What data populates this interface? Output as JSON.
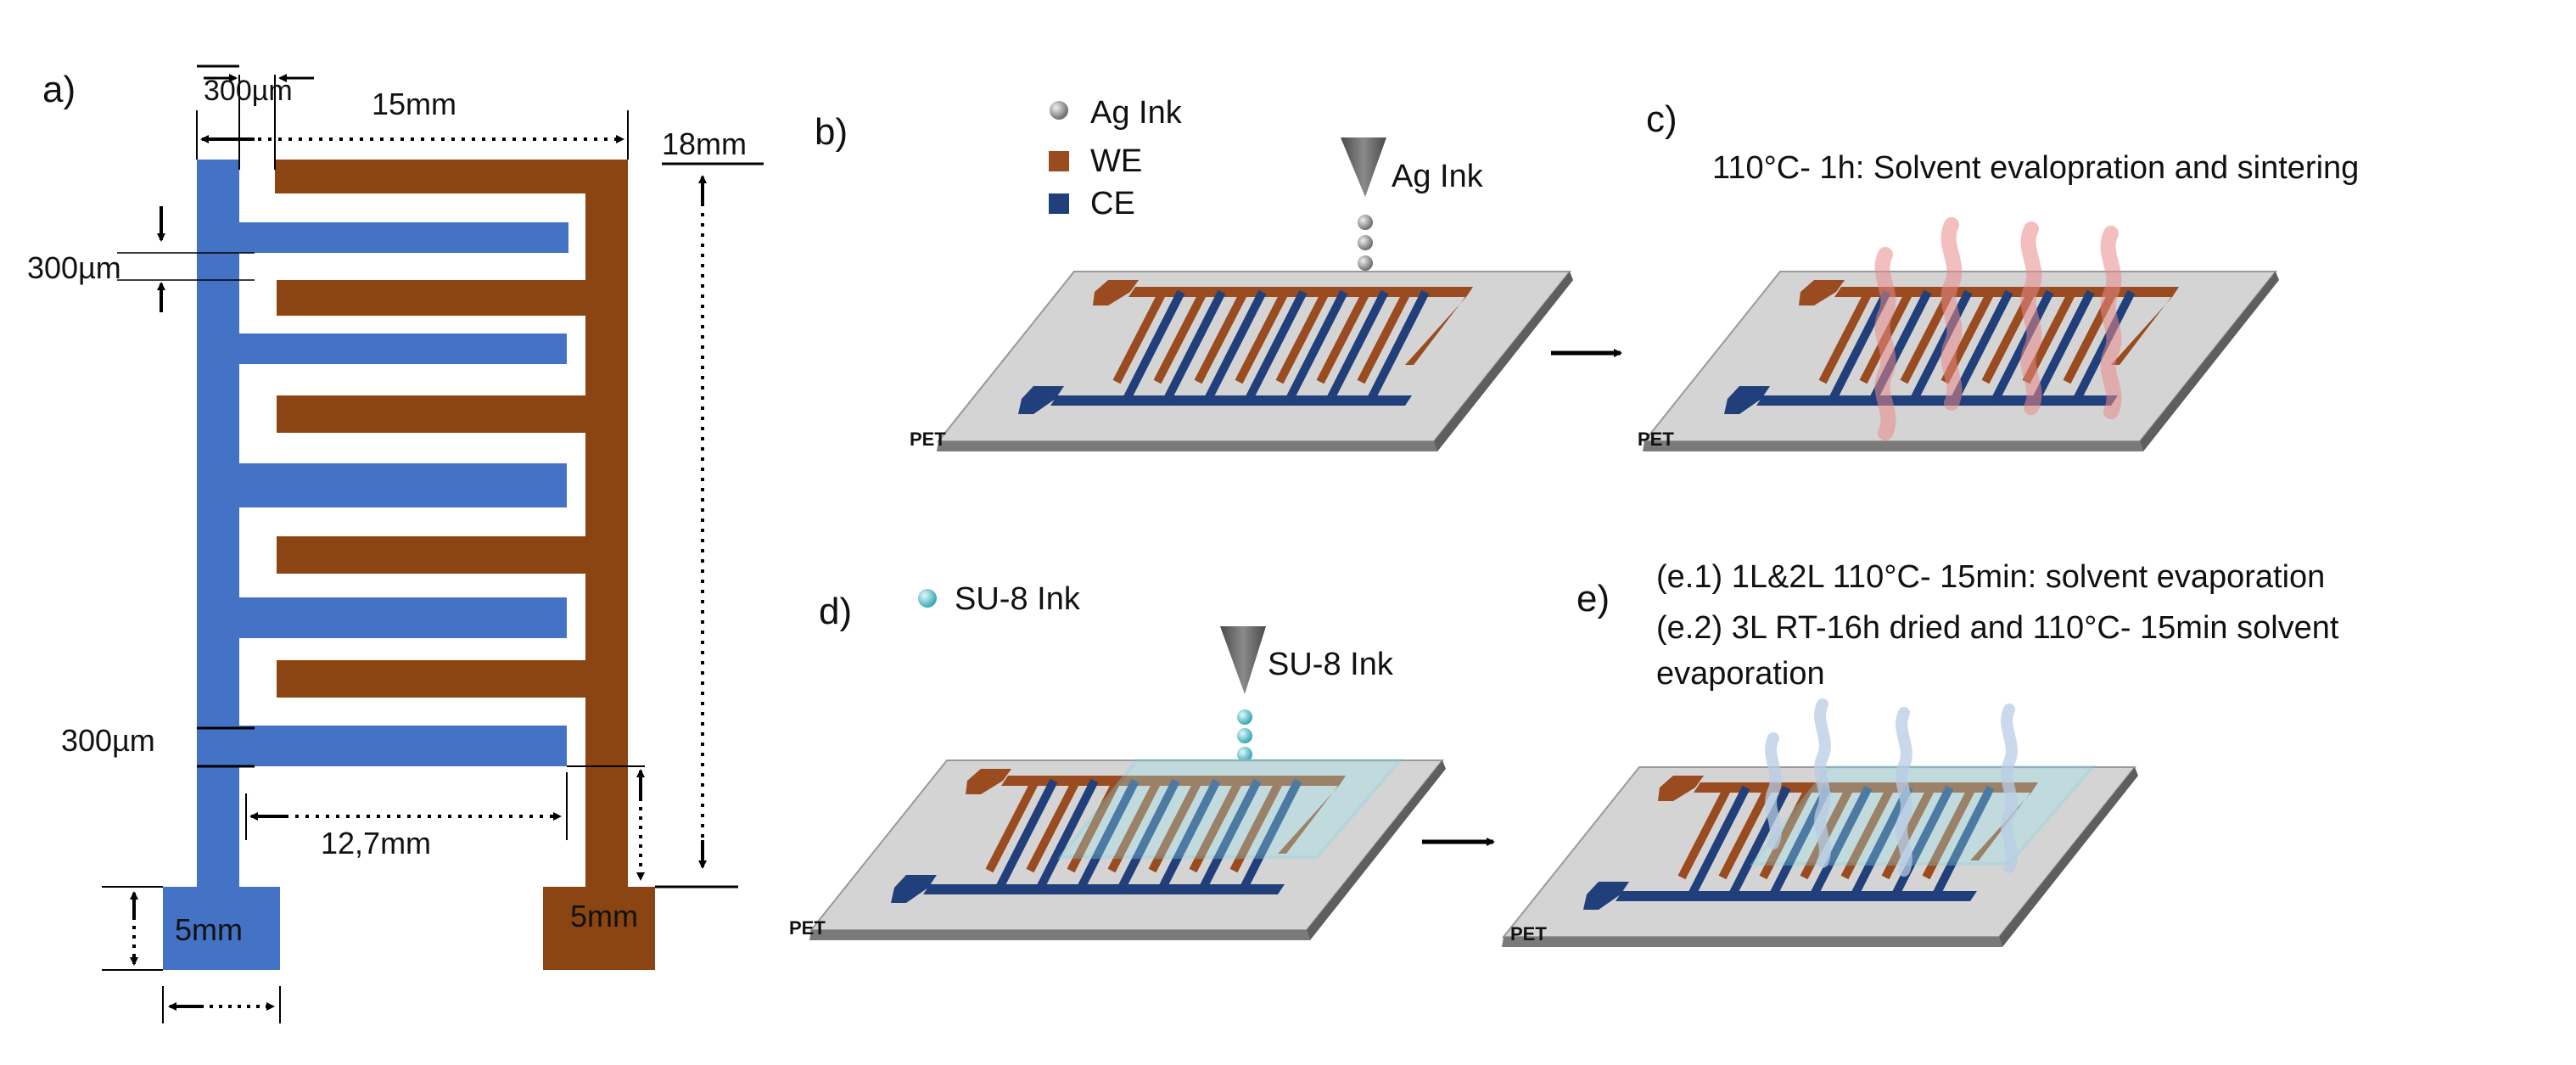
{
  "panels": {
    "a": {
      "label": "a)",
      "dims": {
        "gap_top": "300µm",
        "width": "15mm",
        "height": "18mm",
        "finger_gap": "300µm",
        "finger_width": "300µm",
        "finger_length": "12,7mm",
        "pad_left": "5mm",
        "pad_right": "5mm"
      }
    },
    "b": {
      "label": "b)",
      "legend": [
        {
          "text": "Ag Ink",
          "color": "#8c8c8c"
        },
        {
          "text": "WE",
          "color": "#9a4b1f"
        },
        {
          "text": "CE",
          "color": "#213f7a"
        }
      ],
      "nozzle_label": "Ag Ink",
      "substrate": "PET"
    },
    "c": {
      "label": "c)",
      "caption": "110°C- 1h: Solvent evalopration and sintering",
      "substrate": "PET"
    },
    "d": {
      "label": "d)",
      "legend": [
        {
          "text": "SU-8 Ink",
          "color": "#5fc4cf"
        }
      ],
      "nozzle_label": "SU-8 Ink",
      "substrate": "PET"
    },
    "e": {
      "label": "e)",
      "lines": [
        "(e.1) 1L&2L 110°C- 15min: solvent evaporation",
        "(e.2) 3L RT-16h dried and 110°C- 15min solvent",
        "evaporation"
      ],
      "substrate": "PET"
    }
  },
  "colors": {
    "ce_blue": "#4472c4",
    "we_brown": "#8b4513",
    "ce_dark": "#213f7a",
    "we_dark": "#9a4b1f",
    "substrate": "#d4d4d4",
    "heat": "#e88a8a",
    "steam": "#b8cce4"
  }
}
